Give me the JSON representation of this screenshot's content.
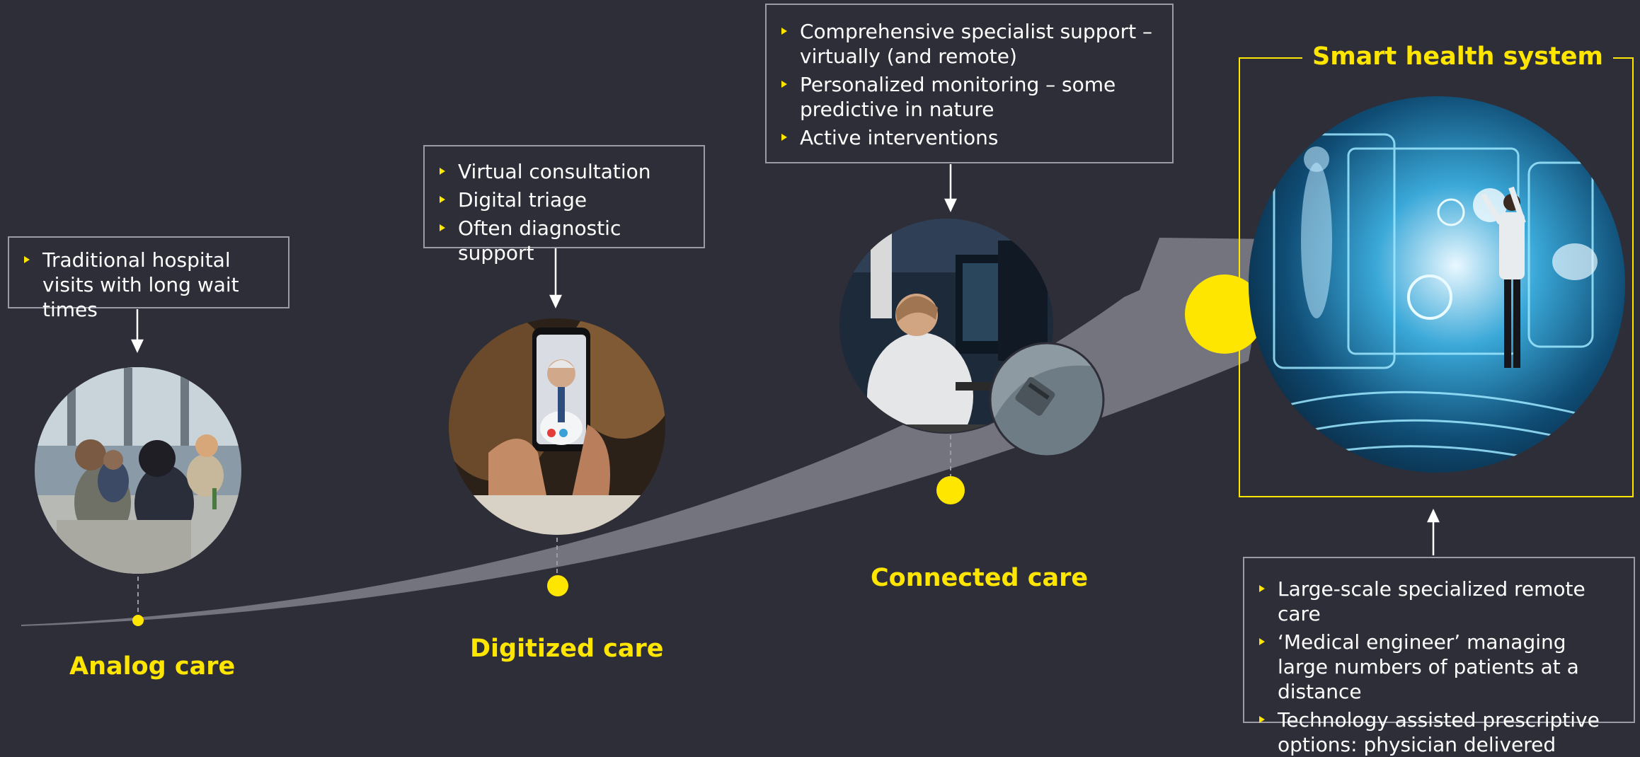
{
  "stages": [
    {
      "label": "Analog care",
      "bullets": [
        "Traditional hospital visits with long wait times"
      ]
    },
    {
      "label": "Digitized care",
      "bullets": [
        "Virtual consultation",
        "Digital triage",
        "Often diagnostic support"
      ]
    },
    {
      "label": "Connected care",
      "bullets": [
        "Comprehensive specialist support – virtually (and remote)",
        "Personalized monitoring – some predictive in nature",
        "Active interventions"
      ]
    },
    {
      "label": "Smart health system",
      "bullets": [
        "Large-scale specialized  remote care",
        "‘Medical engineer’ managing large numbers of patients at a distance",
        "Technology assisted prescriptive options: physician delivered"
      ]
    }
  ],
  "colors": {
    "background": "#2e2e38",
    "accent": "#ffe600",
    "curve": "#74747f",
    "border": "#9b9ba6",
    "text": "#ffffff"
  },
  "images": [
    "hospital-waiting-room-photo",
    "video-call-doctor-phone-photo",
    "remote-monitoring-workstation-photo",
    "wearable-device-photo",
    "futuristic-medical-interface-photo"
  ]
}
